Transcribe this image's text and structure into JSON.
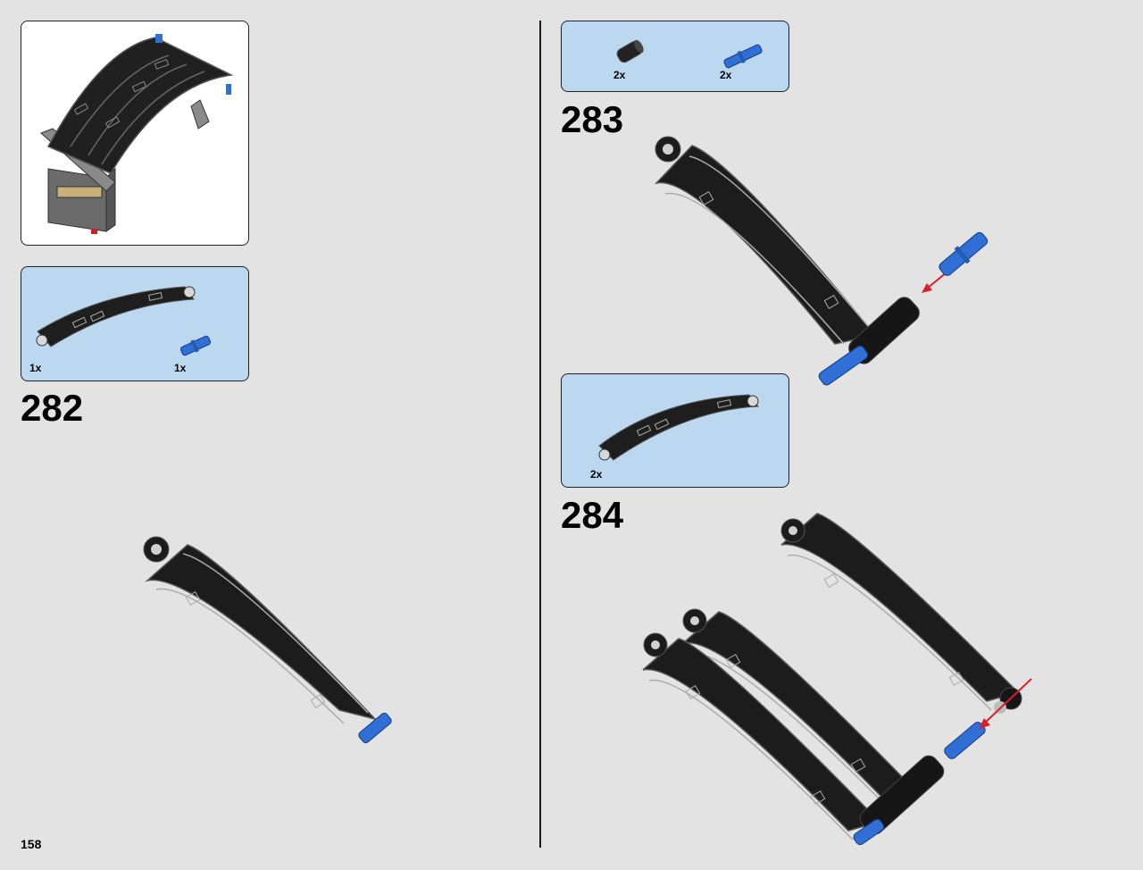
{
  "page": {
    "number": "158"
  },
  "colors": {
    "background": "#e3e3e3",
    "parts_panel": "#bcd8f1",
    "technic_blue": "#2f6fd6",
    "arrow_red": "#d8202a"
  },
  "submodel_preview": {
    "description_icon": "assembled-frame-icon"
  },
  "steps": [
    {
      "number": "282",
      "parts": [
        {
          "icon": "curved-panel-icon",
          "qty": "1x"
        },
        {
          "icon": "blue-pin-icon",
          "qty": "1x"
        }
      ]
    },
    {
      "number": "283",
      "parts": [
        {
          "icon": "black-bush-icon",
          "qty": "2x"
        },
        {
          "icon": "blue-pin-icon",
          "qty": "2x"
        }
      ]
    },
    {
      "number": "284",
      "parts": [
        {
          "icon": "curved-panel-icon",
          "qty": "2x"
        }
      ]
    }
  ]
}
